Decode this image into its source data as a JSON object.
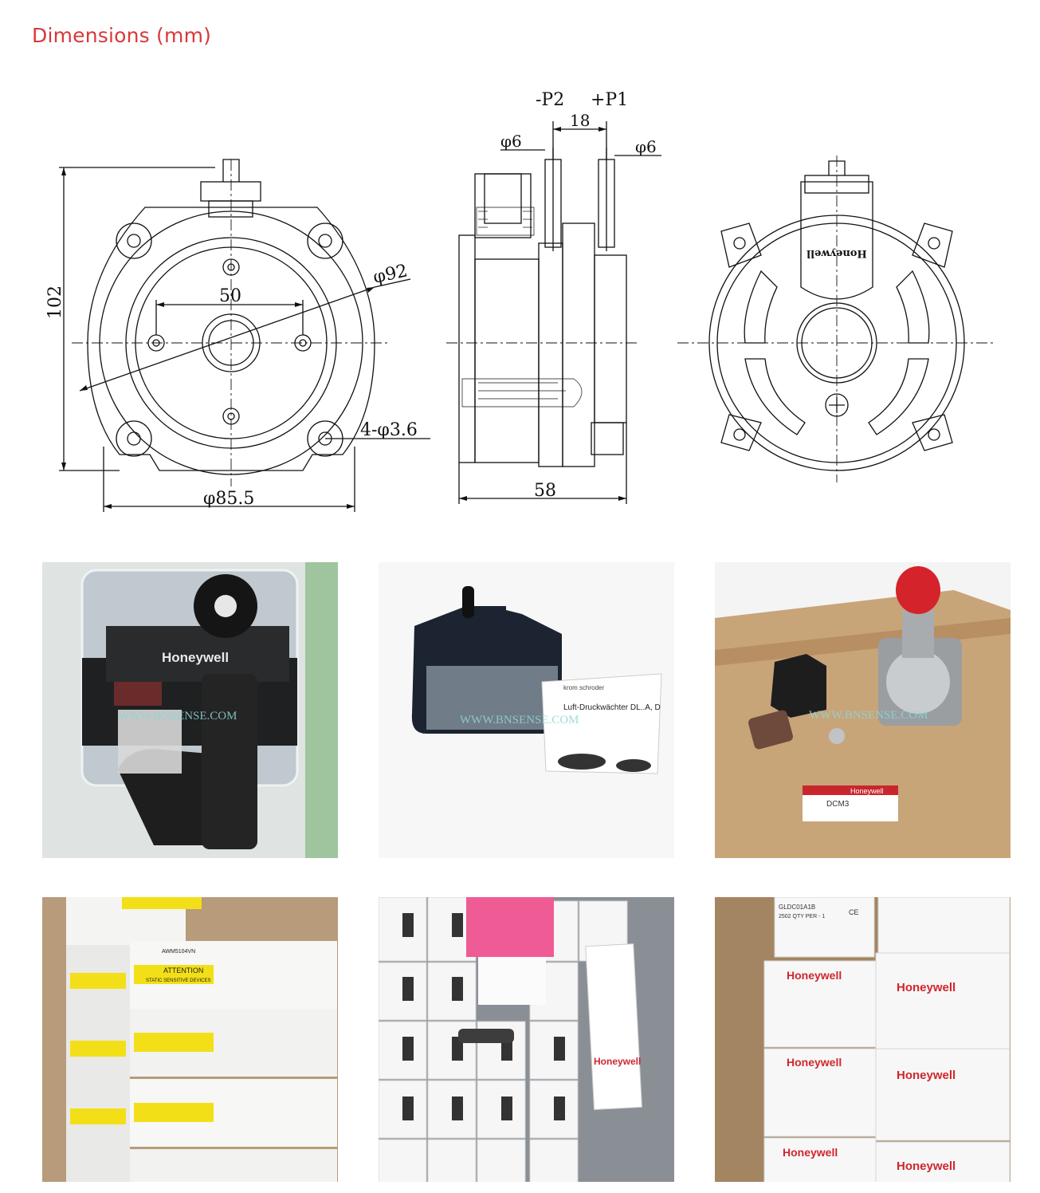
{
  "page": {
    "heading": "Dimensions (mm)",
    "heading_color": "#d9383a"
  },
  "drawing": {
    "front_view": {
      "height_label": "102",
      "bolt_spacing_label": "50",
      "diameter_label": "φ92",
      "holes_label": "4-φ3.6",
      "base_label": "φ85.5"
    },
    "side_view": {
      "port_minus_label": "-P2",
      "port_plus_label": "+P1",
      "port_spacing_label": "18",
      "port_left_dia_label": "φ6",
      "port_right_dia_label": "φ6",
      "depth_label": "58"
    },
    "back_view": {
      "brand_label": "Honeywell"
    }
  },
  "photos": [
    {
      "name": "pressure-switch-clear-cover",
      "brand_text": "Honeywell",
      "watermark": "WWW.BNSENSE.COM"
    },
    {
      "name": "kromschroder-pressure-switch",
      "manual_brand": "krom schroder",
      "manual_title": "Luft-Druckwächter DL..A, D",
      "watermark": "WWW.BNSENSE.COM"
    },
    {
      "name": "pressure-switch-red-cap",
      "box_label": "DCM3",
      "box_brand": "Honeywell",
      "watermark": "WWW.BNSENSE.COM"
    },
    {
      "name": "awm5104vn-boxes",
      "model": "AWM5104VN",
      "attention": "ATTENTION",
      "attention_sub": "STATIC SENSITIVE DEVICES"
    },
    {
      "name": "honeywell-sensor-boxes",
      "brand_text": "Honeywell"
    },
    {
      "name": "gldc01a1b-boxes",
      "brand_text": "Honeywell",
      "model": "GLDC01A1B",
      "qty": "2502 QTY PER - 1",
      "ce": "CE"
    }
  ]
}
